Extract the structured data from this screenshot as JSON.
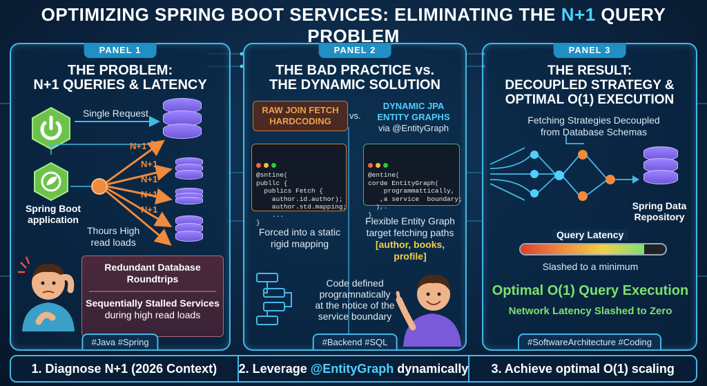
{
  "title": {
    "before": "OPTIMIZING SPRING BOOT SERVICES: ELIMINATING THE ",
    "accent": "N+1",
    "after": " QUERY PROBLEM"
  },
  "panel1": {
    "tab": "PANEL 1",
    "heading_line1": "THE PROBLEM:",
    "heading_line2": "N+1 QUERIES & LATENCY",
    "single_request": "Single Request",
    "n1_label": "N+1",
    "app_label_line1": "Spring Boot",
    "app_label_line2": "application",
    "loads_line1": "Thours High",
    "loads_line2": "read loads",
    "issue1_line1": "Redundant Database",
    "issue1_line2": "Roundtrips",
    "issue2_line1": "Sequentially Stalled Services",
    "issue2_line2": "during high read loads",
    "tag": "#Java #Spring"
  },
  "panel2": {
    "tab": "PANEL 2",
    "heading_line1": "THE BAD PRACTICE vs.",
    "heading_line2": "THE DYNAMIC SOLUTION",
    "bad_line1": "RAW JOIN FETCH",
    "bad_line2": "HARDCODING",
    "vs": "vs.",
    "good_line1": "DYNAMIC JPA",
    "good_line2": "ENTITY GRAPHS",
    "good_line3": "via @EntityGraph",
    "bad_code": "@sntine(\npubllc {\n  publics Fetch {\n    author.id.author);\n    author.std.mapping;\n    ...\n}",
    "good_code": "@entine(\ncorde EntityGraph(\n    programmattically,\n   ,a service  boundary;\n  ),.\n}",
    "bad_caption_line1": "Forced into a static",
    "bad_caption_line2": "rigid mapping",
    "good_caption_line1": "Flexible Entity Graph",
    "good_caption_line2": "target fetching paths",
    "good_caption_line3": "[author, books, profile]",
    "code_note_line1": "Code defined",
    "code_note_line2": "programnatically",
    "code_note_line3": "at the notice of the",
    "code_note_line4": "service boundary",
    "tag": "#Backend #SQL"
  },
  "panel3": {
    "tab": "PANEL 3",
    "heading_line1": "THE RESULT:",
    "heading_line2": "DECOUPLED STRATEGY &",
    "heading_line3": "OPTIMAL O(1) EXECUTION",
    "strategy_line1": "Fetching Strategies Decoupled",
    "strategy_line2": "from Database Schemas",
    "repo_line1": "Spring Data",
    "repo_line2": "Repository",
    "latency_label": "Query Latency",
    "latency_caption": "Slashed to a minimum",
    "latency_level": 0.85,
    "result_line1": "Optimal O(1) Query Execution",
    "result_line2": "Network Latency Slashed to Zero",
    "tag": "#SoftwareArchitecture #Coding"
  },
  "steps": {
    "s1": "1. Diagnose N+1 (2026 Context)",
    "s2_before": "2. Leverage ",
    "s2_accent": "@EntityGraph",
    "s2_after": " dynamically",
    "s3": "3. Achieve optimal O(1) scaling"
  },
  "colors": {
    "accent": "#4fd0ff",
    "border": "#46b8e6",
    "warning_orange": "#f08a3c",
    "success_green": "#7ee06e",
    "db_purple": "#8a6ff0"
  }
}
